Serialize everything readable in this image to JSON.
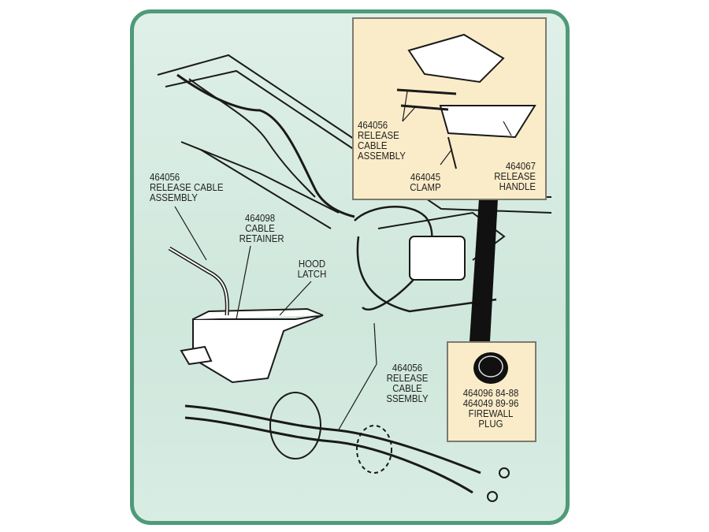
{
  "labels": {
    "left_cable": [
      "464056",
      "RELEASE CABLE",
      "ASSEMBLY"
    ],
    "retainer": [
      "464098",
      "CABLE",
      "RETAINER"
    ],
    "hood_latch": [
      "HOOD",
      "LATCH"
    ],
    "center_cable": [
      "464056",
      "RELEASE",
      "CABLE",
      "SSEMBLY"
    ],
    "inset_cable": [
      "464056",
      "RELEASE",
      "CABLE",
      "ASSEMBLY"
    ],
    "inset_clamp": [
      "464045",
      "CLAMP"
    ],
    "inset_handle": [
      "464067",
      "RELEASE",
      "HANDLE"
    ],
    "plug": [
      "464096  84-88",
      "464049  89-96",
      "FIREWALL",
      "PLUG"
    ]
  },
  "colors": {
    "frame_border": "#4f9a78",
    "background": "#d6ebe1",
    "inset": "#fbecc9"
  }
}
